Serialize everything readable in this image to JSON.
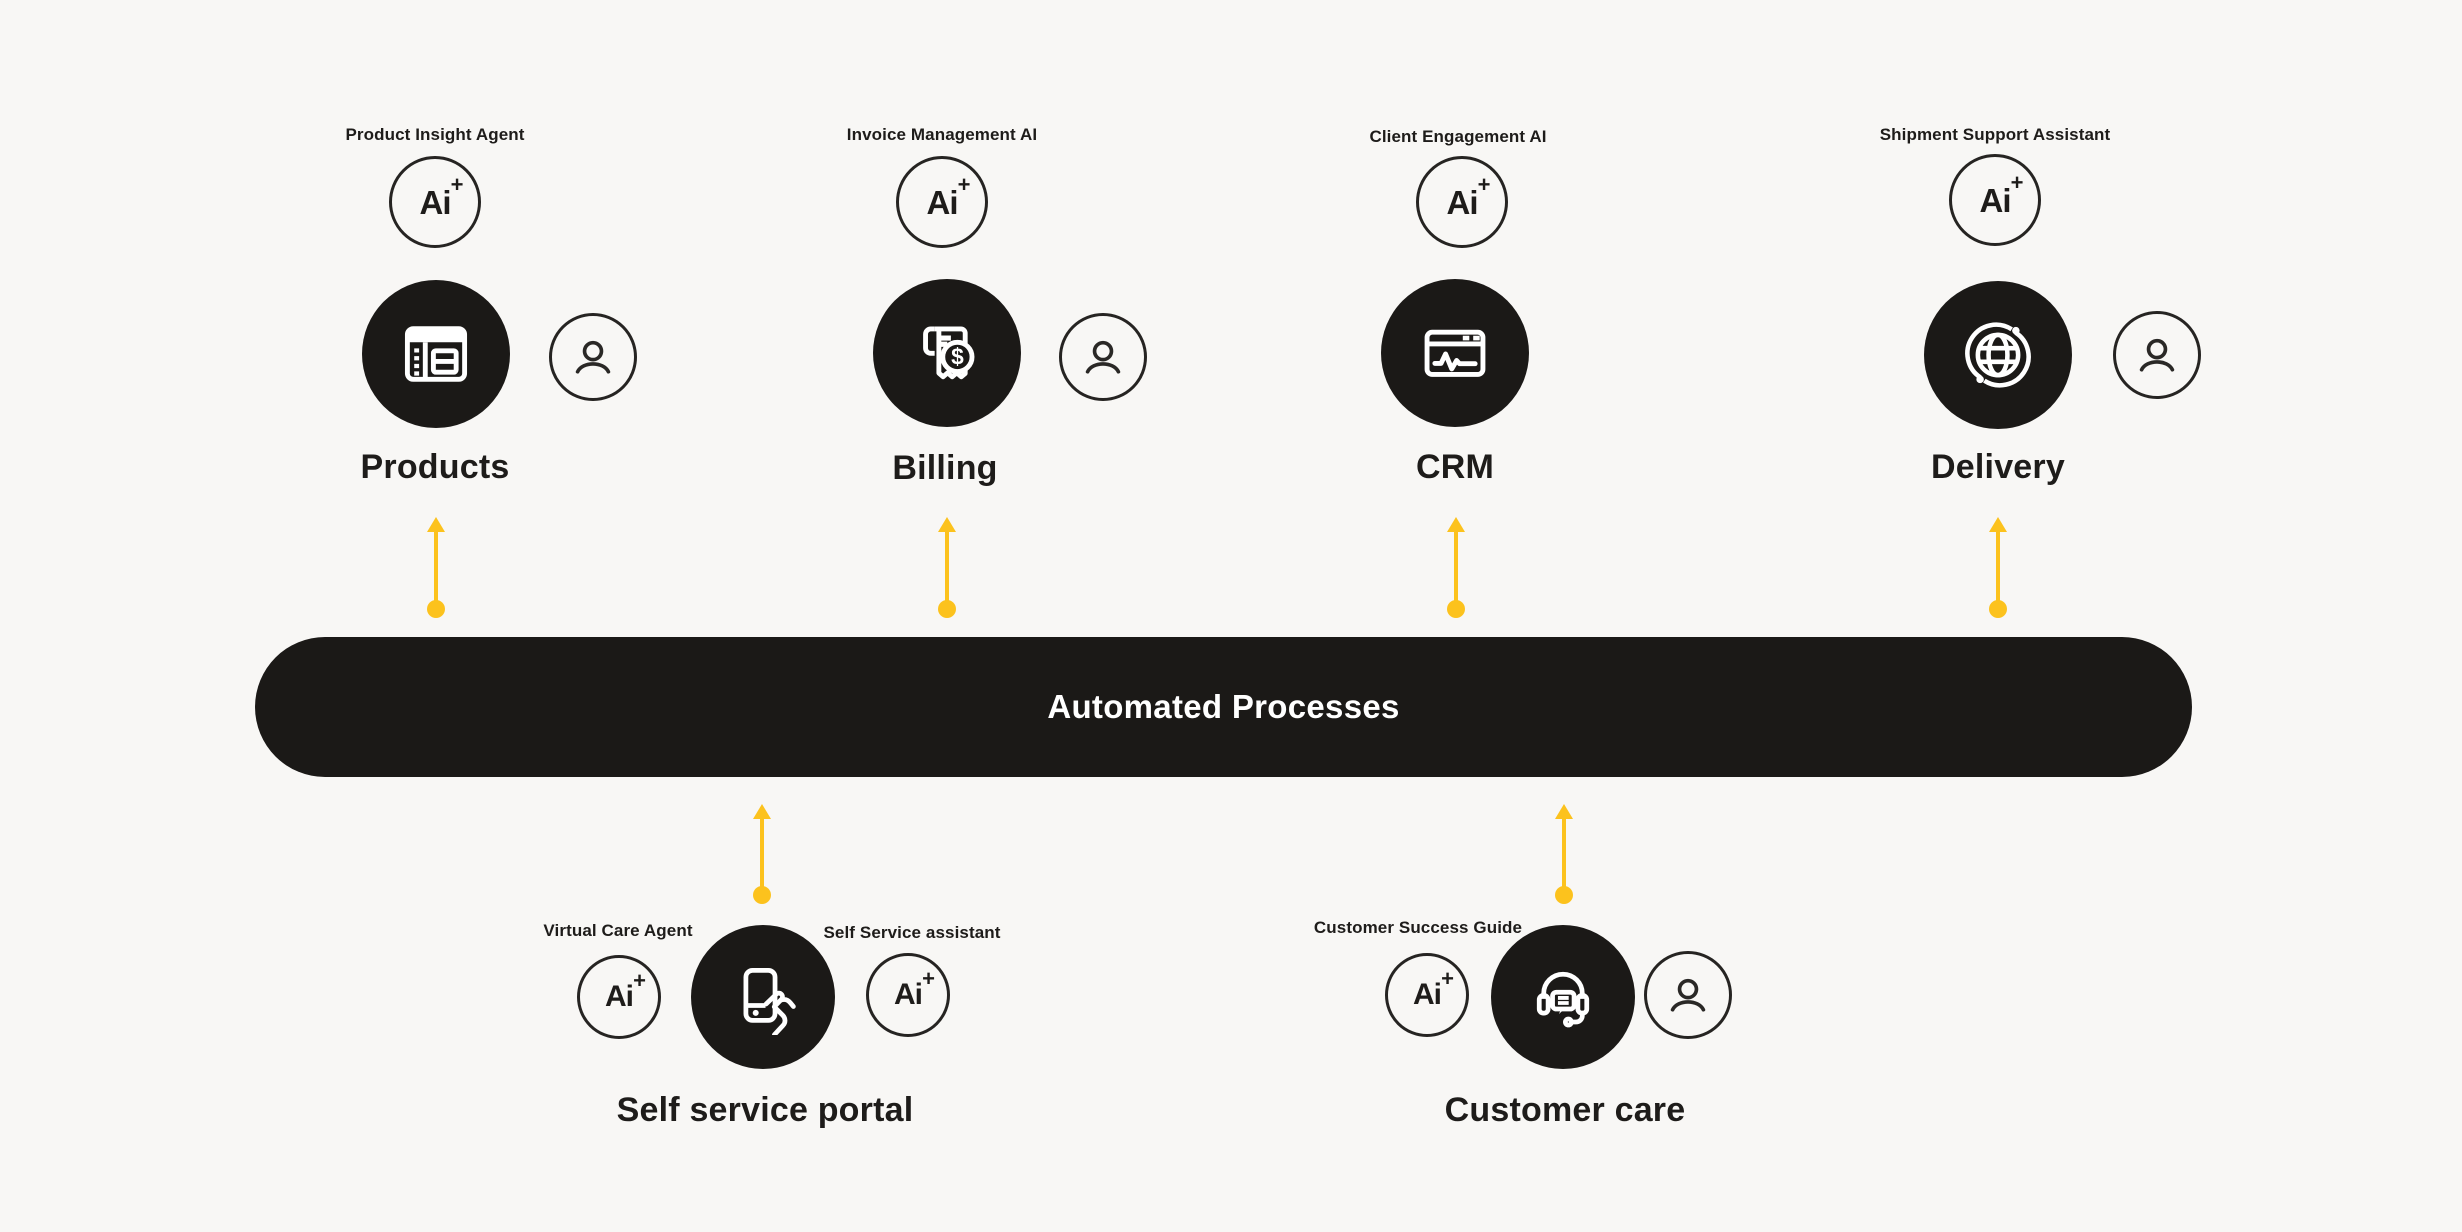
{
  "colors": {
    "background": "#f8f7f5",
    "dark": "#1b1917",
    "accent": "#fcc21d",
    "white": "#ffffff",
    "ink": "#1e1c1a"
  },
  "ai_badge": {
    "text": "Ai",
    "sparkle": "+"
  },
  "bar": {
    "label": "Automated Processes"
  },
  "top_groups": [
    {
      "agent_label": "Product Insight Agent",
      "name": "Products"
    },
    {
      "agent_label": "Invoice Management AI",
      "name": "Billing"
    },
    {
      "agent_label": "Client Engagement AI",
      "name": "CRM"
    },
    {
      "agent_label": "Shipment Support Assistant",
      "name": "Delivery"
    }
  ],
  "bottom_groups": [
    {
      "left_agent_label": "Virtual Care Agent",
      "right_agent_label": "Self Service assistant",
      "name": "Self service portal"
    },
    {
      "left_agent_label": "Customer Success Guide",
      "name": "Customer care"
    }
  ]
}
